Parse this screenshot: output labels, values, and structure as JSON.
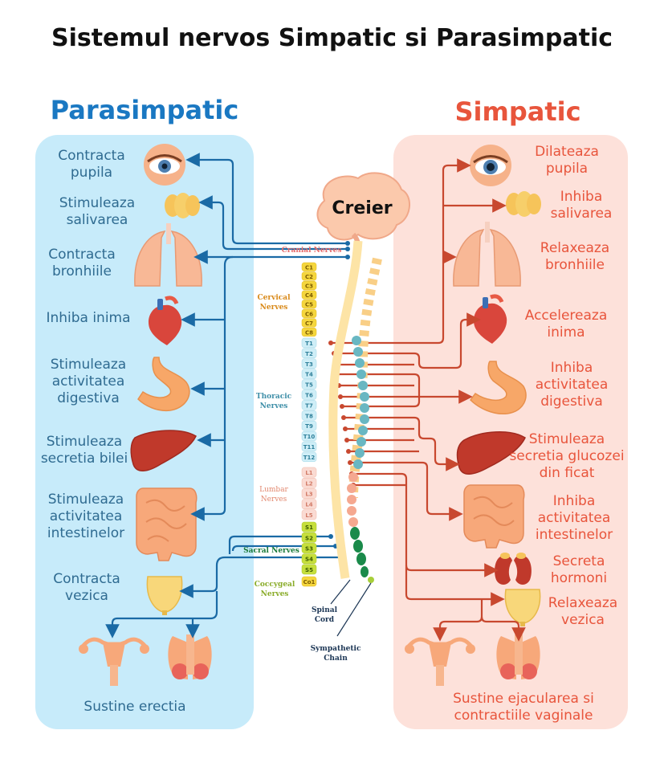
{
  "title": "Sistemul nervos Simpatic si Parasimpatic",
  "parasympathetic": {
    "heading": "Parasimpatic",
    "labels": [
      "Contracta pupila",
      "Stimuleaza salivarea",
      "Contracta bronhiile",
      "Inhiba inima",
      "Stimuleaza activitatea digestiva",
      "Stimuleaza secretia bilei",
      "Stimuleaza activitatea intestinelor",
      "Contracta vezica",
      "Sustine erectia"
    ]
  },
  "sympathetic": {
    "heading": "Simpatic",
    "labels": [
      "Dilateaza pupila",
      "Inhiba salivarea",
      "Relaxeaza bronhiile",
      "Accelereaza inima",
      "Inhiba activitatea digestiva",
      "Stimuleaza secretia glucozei din ficat",
      "Inhiba activitatea intestinelor",
      "Secreta hormoni",
      "Relaxeaza vezica",
      "Sustine ejacularea si contractiile vaginale"
    ]
  },
  "brain_label": "Creier",
  "spine": {
    "cranial": "Cranial Nerves",
    "cervical": "Cervical Nerves",
    "thoracic": "Thoracic Nerves",
    "lumbar": "Lumbar Nerves",
    "sacral": "Sacral Nerves",
    "coccygeal": "Coccygeal Nerves",
    "spinal_cord": "Spinal Cord",
    "sympathetic_chain": "Sympathetic Chain",
    "cervical_segments": [
      "C1",
      "C2",
      "C3",
      "C4",
      "C5",
      "C6",
      "C7",
      "C8"
    ],
    "thoracic_segments": [
      "T1",
      "T2",
      "T3",
      "T4",
      "T5",
      "T6",
      "T7",
      "T8",
      "T9",
      "T10",
      "T11",
      "T12"
    ],
    "lumbar_segments": [
      "L1",
      "L2",
      "L3",
      "L4",
      "L5"
    ],
    "sacral_segments": [
      "S1",
      "S2",
      "S3",
      "S4",
      "S5"
    ],
    "coccygeal_segments": [
      "Co1"
    ]
  },
  "colors": {
    "parasympathetic": "#1a6aa5",
    "sympathetic": "#c8482f",
    "left_panel": "#c7ebfa",
    "right_panel": "#fde1da",
    "cervical": "#f5d63d",
    "thoracic": "#cfeef7",
    "lumbar": "#fadbd3",
    "sacral": "#c6df3c"
  }
}
